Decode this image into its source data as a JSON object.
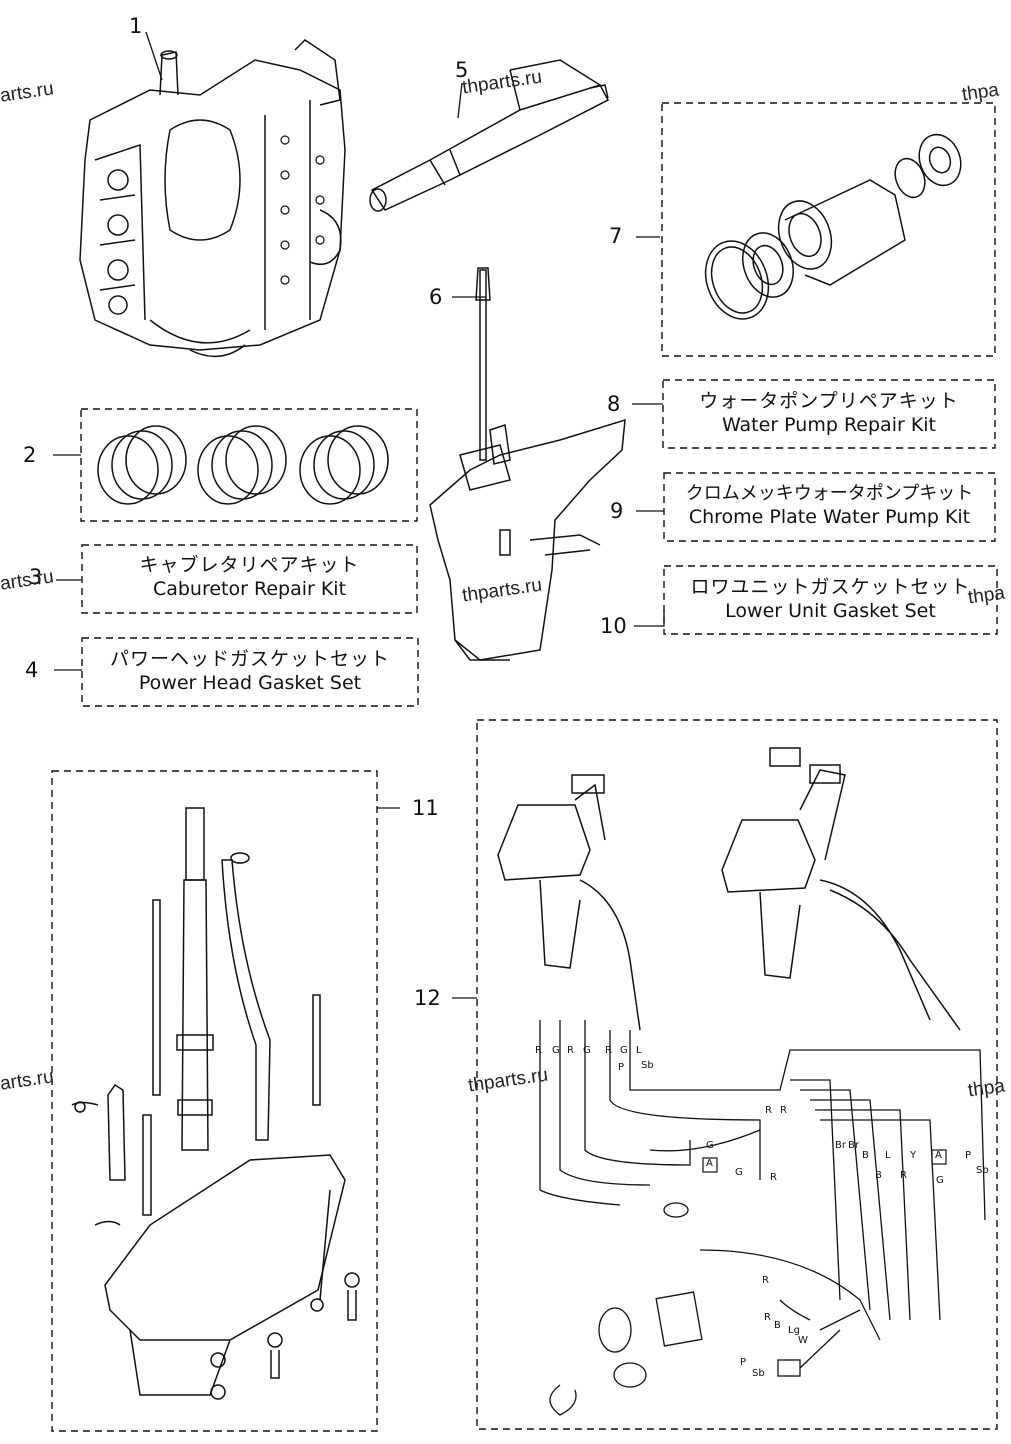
{
  "callouts": [
    "1",
    "2",
    "3",
    "4",
    "5",
    "6",
    "7",
    "8",
    "9",
    "10",
    "11",
    "12"
  ],
  "kits": {
    "water_pump": {
      "jp": "ウォータポンプリペアキット",
      "en": "Water Pump Repair Kit"
    },
    "chrome_pump": {
      "jp": "クロムメッキウォータポンプキット",
      "en": "Chrome Plate Water Pump Kit"
    },
    "lower_gasket": {
      "jp": "ロワユニットガスケットセット",
      "en": "Lower Unit Gasket Set"
    },
    "carb": {
      "jp": "キャブレタリペアキット",
      "en": "Caburetor Repair Kit"
    },
    "power_gasket": {
      "jp": "パワーヘッドガスケットセット",
      "en": "Power Head Gasket Set"
    }
  },
  "watermarks": [
    "arts.ru",
    "thparts.ru",
    "thpa",
    "thpa",
    "arts.ru",
    "thparts.ru",
    "thparts.ru",
    "arts.ru",
    "thpa"
  ],
  "wire_labels": [
    "R",
    "G",
    "R",
    "G",
    "R",
    "G",
    "P",
    "L",
    "Sb",
    "R",
    "R",
    "G",
    "G",
    "R",
    "Br",
    "Br",
    "B",
    "B",
    "L",
    "R",
    "Y",
    "G",
    "P",
    "Sb",
    "R",
    "R",
    "B",
    "Lg",
    "W",
    "P",
    "Sb"
  ],
  "box_tags": [
    "A",
    "A"
  ]
}
